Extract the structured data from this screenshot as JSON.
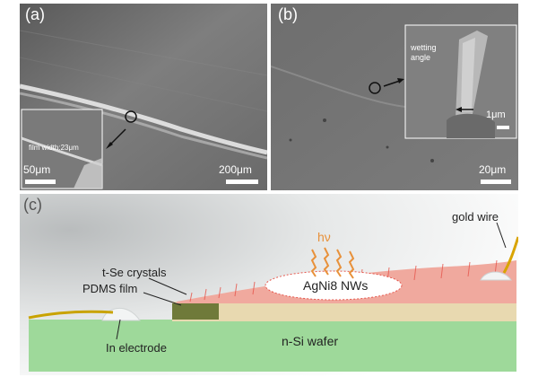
{
  "panel_a": {
    "label": "(a)",
    "scale_main": "200μm",
    "inset_scale": "50μm",
    "inset_note": "film width:23μm"
  },
  "panel_b": {
    "label": "(b)",
    "scale_main": "20μm",
    "inset_scale": "1μm",
    "inset_note": "wetting angle"
  },
  "panel_c": {
    "label": "(c)",
    "hv": "hν",
    "gold_wire": "gold wire",
    "tse": "t-Se crystals",
    "pdms": "PDMS film",
    "agni": "AgNi8 NWs",
    "in_electrode": "In electrode",
    "wafer": "n-Si wafer"
  },
  "colors": {
    "wafer": "#9ed99a",
    "nanowire": "#e65a50",
    "hv": "#e8913a",
    "gold": "#d9a400"
  }
}
